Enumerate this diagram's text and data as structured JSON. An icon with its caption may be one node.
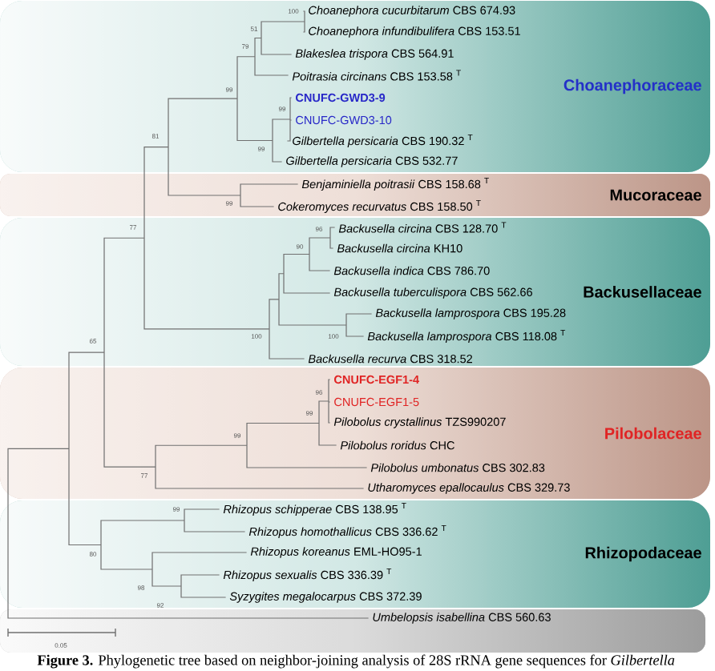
{
  "diagram": {
    "caption": "**Figure 3.** Phylogenetic tree based on neighbor-joining analysis of 28S rRNA gene sequences for *Gilbertella*",
    "nodes": [
      {
        "text": [
          "Choanephoraceae"
        ]
      },
      {
        "text": [
          "Mucoraceae"
        ]
      },
      {
        "text": [
          "Backusellaceae"
        ]
      },
      {
        "text": [
          "Pilobolaceae"
        ]
      },
      {
        "text": [
          "Rhizopodaceae"
        ]
      },
      {
        "text": [],
        "shape": "band"
      }
    ],
    "labels": [
      "100",
      "*Choanephora cucurbitarum* CBS 674.93",
      "51",
      "*Choanephora infundibulifera* CBS 153.51",
      "79",
      "*Blakeslea trispora* CBS 564.91",
      "*Poitrasia circinans* CBS 153.58 $^{T}$",
      "99",
      "CNUFC-GWD3-9",
      "99",
      "CNUFC-GWD3-10",
      "81",
      "*Gilbertella persicaria* CBS 190.32 $^{T}$",
      "99",
      "*Gilbertella persicaria* CBS 532.77",
      "*Benjaminiella poitrasii* CBS 158.68 $^{T}$",
      "99",
      "*Cokeromyces recurvatus* CBS 158.50 $^{T}$",
      "77",
      "96",
      "*Backusella circina* CBS 128.70 $^{T}$",
      "90",
      "*Backusella circina* KH10",
      "*Backusella indica* CBS 786.70",
      "*Backusella tuberculispora* CBS 562.66",
      "*Backusella lamprospora* CBS 195.28",
      "100",
      "100",
      "*Backusella lamprospora* CBS 118.08 $^{T}$",
      "65",
      "*Backusella recurva* CBS 318.52",
      "CNUFC-EGF1-4",
      "96",
      "CNUFC-EGF1-5",
      "99",
      "*Pilobolus crystallinus* TZS990207",
      "99",
      "*Pilobolus roridus* CHC",
      "*Pilobolus umbonatus* CBS 302.83",
      "77",
      "*Utharomyces epallocaulus* CBS 329.73",
      "99",
      "*Rhizopus schipperae* CBS 138.95 $^{T}$",
      "*Rhizopus homothallicus* CBS 336.62 $^{T}$",
      "80",
      "*Rhizopus koreanus* EML-HO95-1",
      "*Rhizopus sexualis* CBS 336.39 $^{T}$",
      "98",
      "*Syzygites megalocarpus* CBS 372.39",
      "92",
      "*Umbelopsis isabellina* CBS 560.63",
      "0.05"
    ]
  }
}
